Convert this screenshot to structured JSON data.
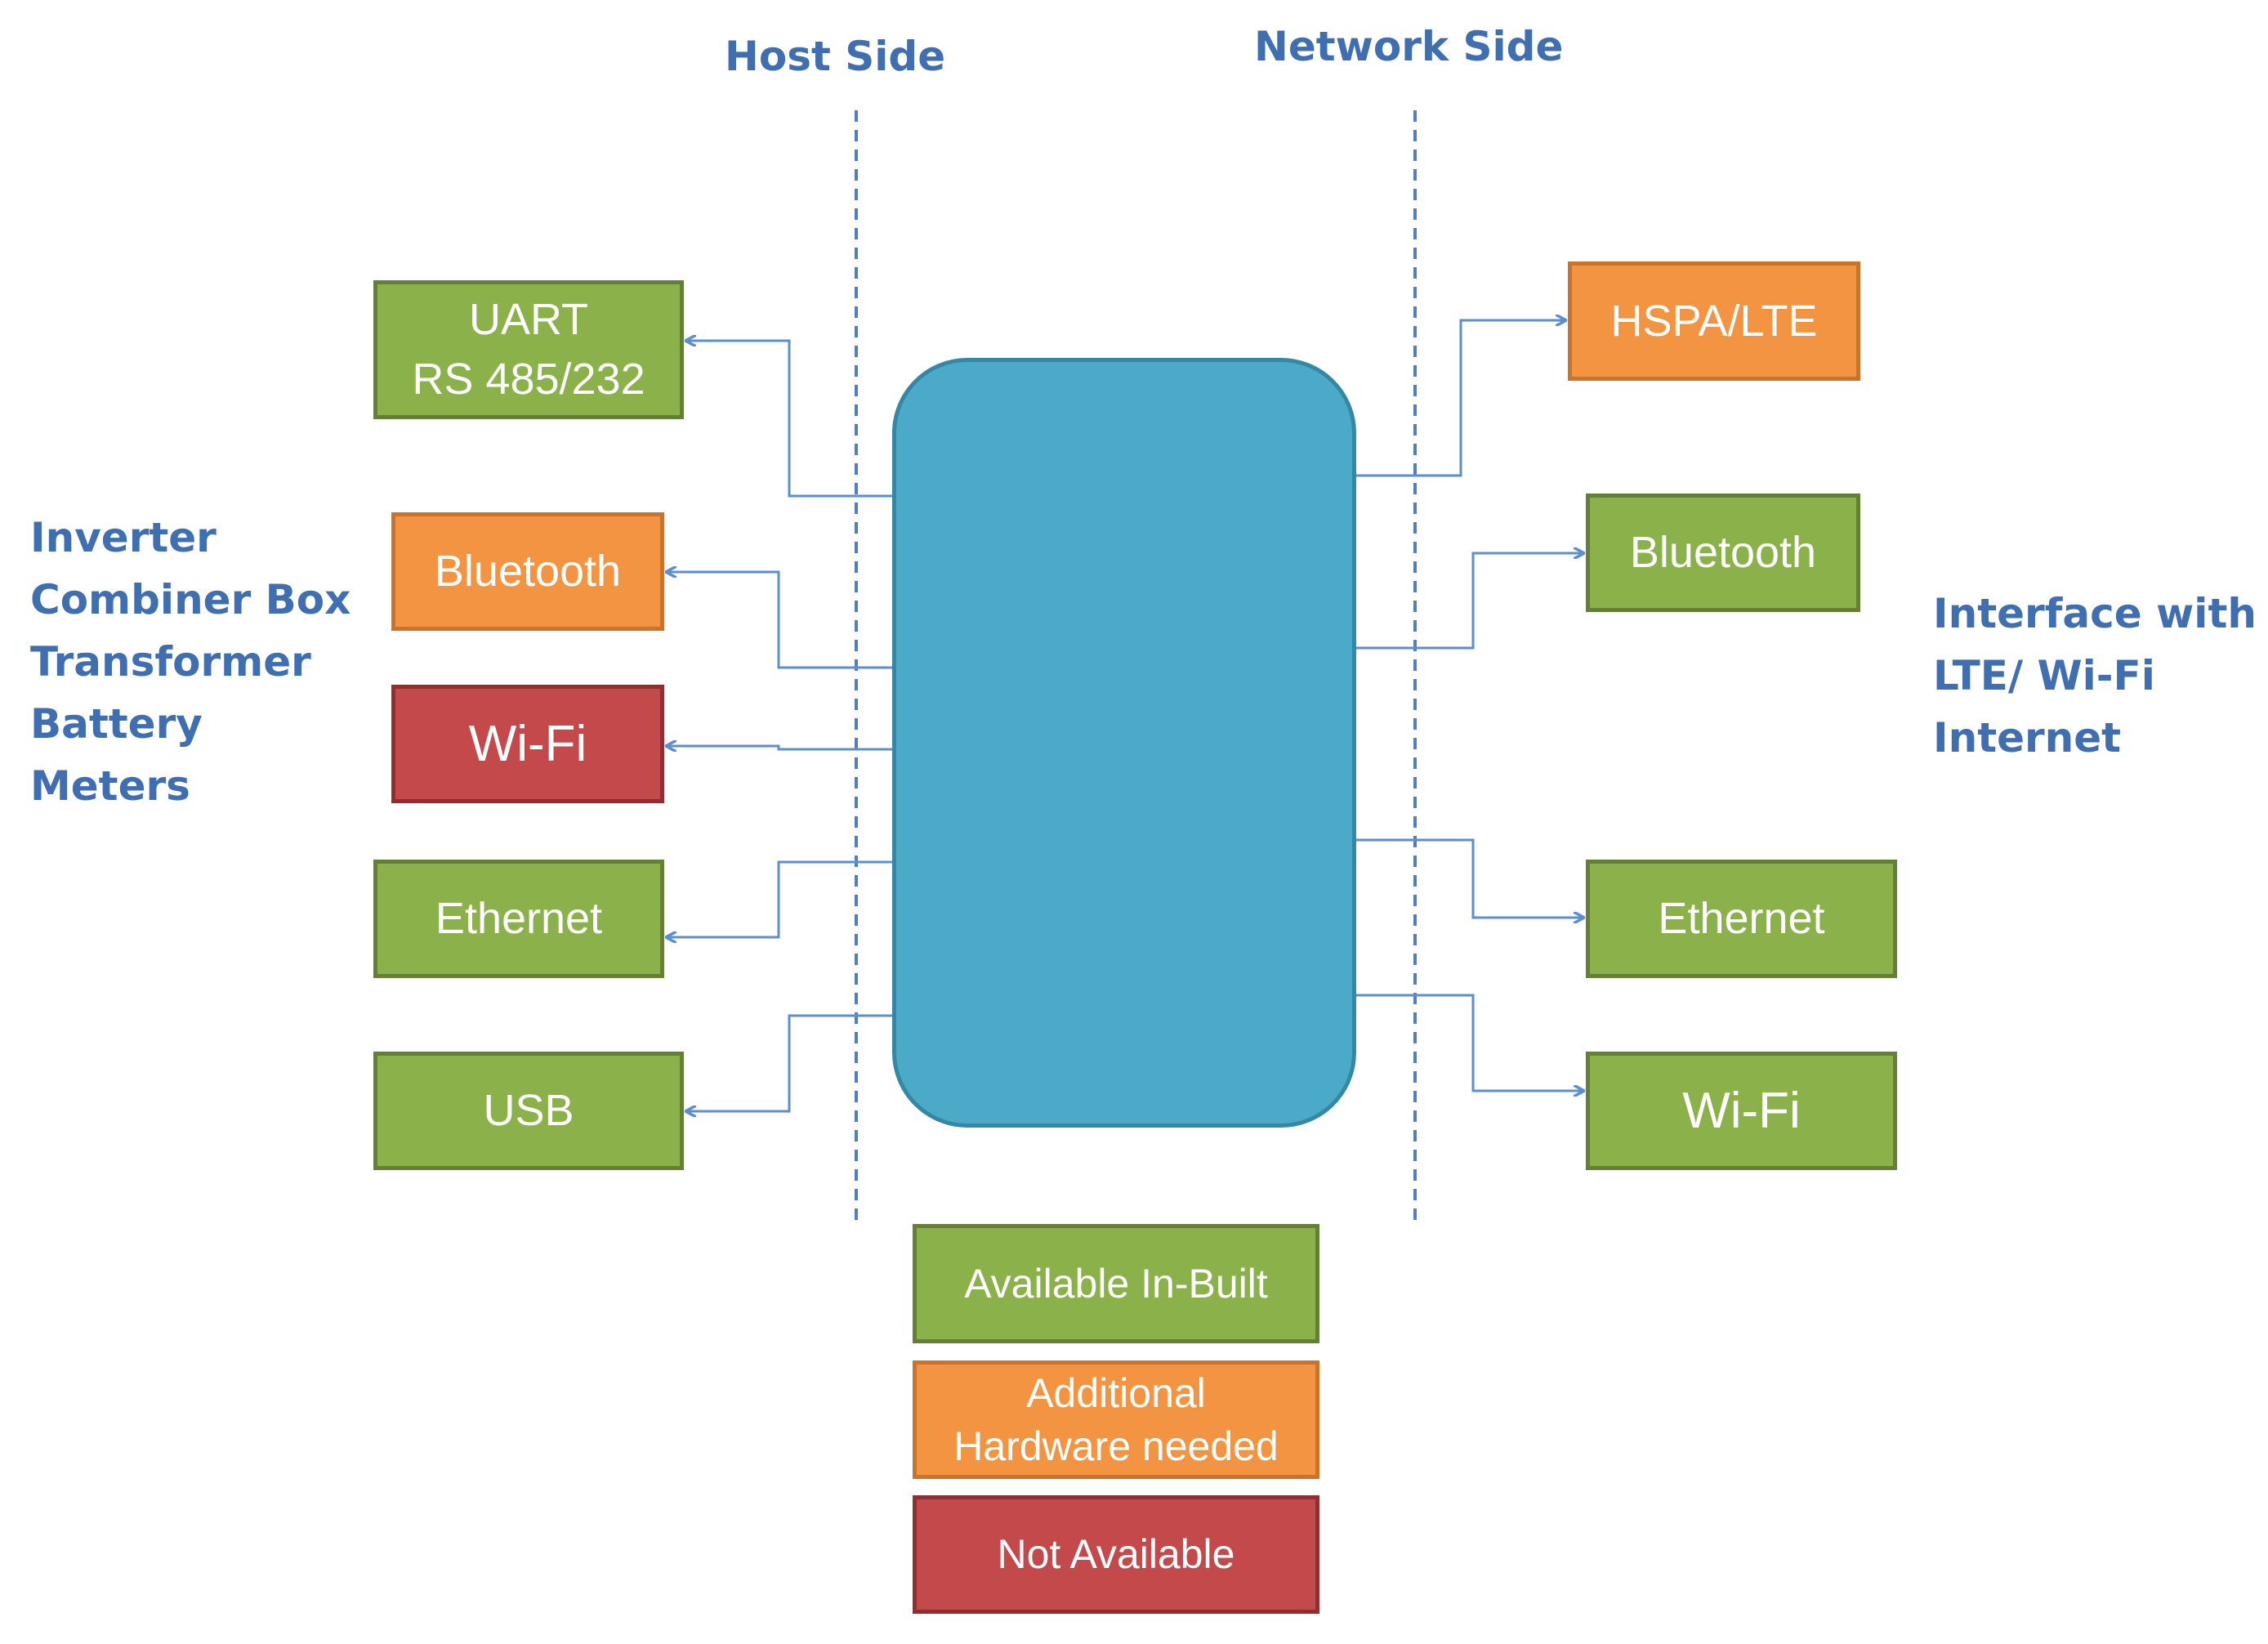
{
  "headers": {
    "host_side": "Host Side",
    "network_side": "Network Side"
  },
  "host_devices": [
    "Inverter",
    "Combiner Box",
    "Transformer",
    "Battery",
    "Meters"
  ],
  "network_note": [
    "Interface with",
    "LTE/ Wi-Fi",
    "Internet"
  ],
  "host_interfaces": [
    {
      "lines": [
        "UART",
        "RS 485/232"
      ],
      "status": "available"
    },
    {
      "lines": [
        "Bluetooth"
      ],
      "status": "additional"
    },
    {
      "lines": [
        "Wi-Fi"
      ],
      "status": "not_available"
    },
    {
      "lines": [
        "Ethernet"
      ],
      "status": "available"
    },
    {
      "lines": [
        "USB"
      ],
      "status": "available"
    }
  ],
  "network_interfaces": [
    {
      "lines": [
        "HSPA/LTE"
      ],
      "status": "additional"
    },
    {
      "lines": [
        "Bluetooth"
      ],
      "status": "available"
    },
    {
      "lines": [
        "Ethernet"
      ],
      "status": "available"
    },
    {
      "lines": [
        "Wi-Fi"
      ],
      "status": "available"
    }
  ],
  "legend": [
    {
      "lines": [
        "Available In-Built"
      ],
      "status": "available"
    },
    {
      "lines": [
        "Additional",
        "Hardware needed"
      ],
      "status": "additional"
    },
    {
      "lines": [
        "Not Available"
      ],
      "status": "not_available"
    }
  ],
  "colors": {
    "available": "#8ab14a",
    "additional": "#f39443",
    "not_available": "#c3494a",
    "core": "#4aaac8",
    "connector": "#5b8fd0",
    "divider": "#4f7fc0",
    "heading_text": "#3f6fb0"
  }
}
